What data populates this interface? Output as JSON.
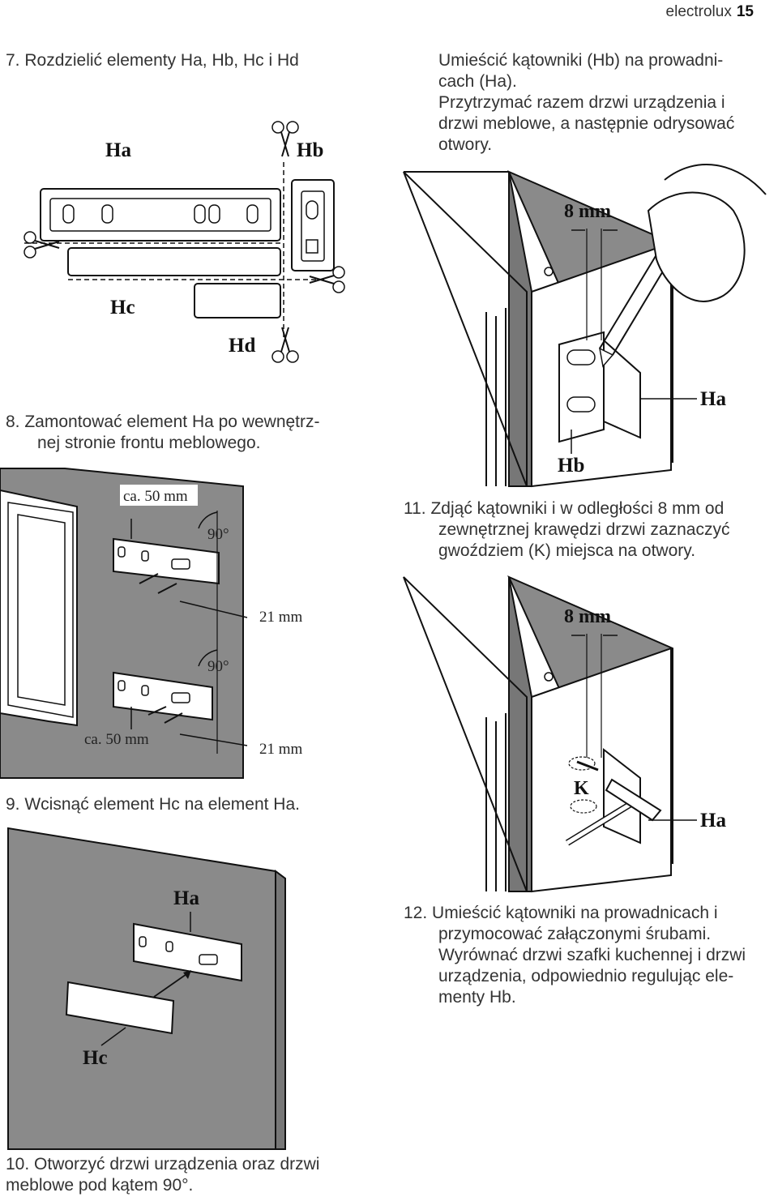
{
  "header": {
    "brand": "electrolux",
    "page_number": "15"
  },
  "steps": {
    "s7": "7. Rozdzielić elementy Ha, Hb, Hc i Hd",
    "s8_line1": "8. Zamontować element Ha po wewnętrz-",
    "s8_line2": "nej stronie frontu meblowego.",
    "s9": "9. Wcisnąć element Hc na element Ha.",
    "s10_line1": "10. Otworzyć drzwi urządzenia oraz drzwi",
    "s10_line2": "meblowe pod kątem 90°.",
    "right_intro_line1": "Umieścić kątowniki (Hb) na prowadni-",
    "right_intro_line2": "cach (Ha).",
    "right_intro_line3": "Przytrzymać razem drzwi urządzenia i",
    "right_intro_line4": "drzwi meblowe, a następnie odrysować",
    "right_intro_line5": "otwory.",
    "s11_line1": "11. Zdjąć kątowniki i w odległości 8 mm od",
    "s11_line2": "zewnętrznej krawędzi drzwi zaznaczyć",
    "s11_line3": "gwoździem (K) miejsca na otwory.",
    "s12_line1": "12. Umieścić kątowniki na prowadnicach i",
    "s12_line2": "przymocować załączonymi śrubami.",
    "s12_line3": "Wyrównać drzwi szafki kuchennej i drzwi",
    "s12_line4": "urządzenia, odpowiednio regulując ele-",
    "s12_line5": "menty Hb."
  },
  "figures": {
    "fig7": {
      "ha": "Ha",
      "hb": "Hb",
      "hc": "Hc",
      "hd": "Hd"
    },
    "fig8": {
      "ca_top": "ca. 50 mm",
      "angle_top": "90°",
      "dist_top": "21 mm",
      "angle_bottom": "90°",
      "ca_bottom": "ca. 50 mm",
      "dist_bottom": "21 mm"
    },
    "fig9": {
      "ha": "Ha",
      "hc": "Hc"
    },
    "fig10": {
      "dist": "8 mm",
      "ha": "Ha",
      "hb": "Hb"
    },
    "fig11": {
      "dist": "8 mm",
      "k": "K",
      "ha": "Ha"
    }
  },
  "colors": {
    "panel_gray": "#8a8a8a",
    "text": "#333333"
  }
}
